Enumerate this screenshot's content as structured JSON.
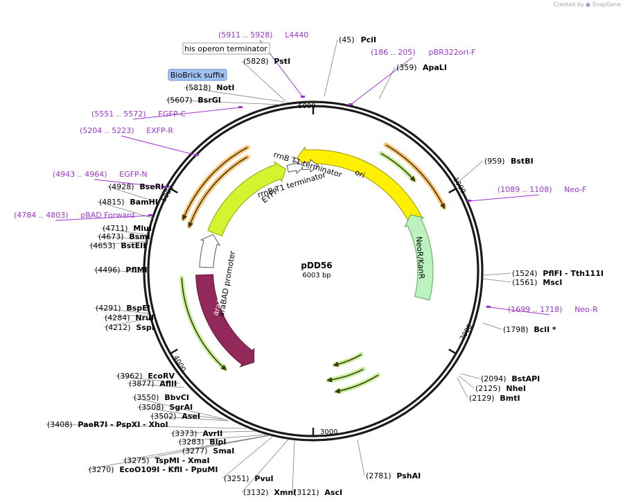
{
  "branding": {
    "created_by": "Created by",
    "app": "SnapGene"
  },
  "plasmid": {
    "name": "pDD56",
    "size": "6003 bp"
  },
  "colors": {
    "backbone": "#000000",
    "site_name": "#000000",
    "site_line": "#7c7c7c",
    "primer": "#9d33cc",
    "ori": "#ffef00",
    "neo": "#bbf2bd",
    "arac": "#93285a",
    "promoter": "#ffffff",
    "eyfp": "#d4f430",
    "orf_glow": "#fdc27a",
    "orf_green_glow": "#c6ef9e",
    "orf_line": "#3c3c00",
    "biobrick_fill": "#a3c4f3"
  },
  "ticks": [
    {
      "label": "1000",
      "icon": "tick-mark"
    },
    {
      "label": "2000",
      "icon": "tick-mark"
    },
    {
      "label": "3000",
      "icon": "tick-mark"
    },
    {
      "label": "4000",
      "icon": "tick-mark"
    },
    {
      "label": "5000",
      "icon": "tick-mark"
    },
    {
      "label": "6000",
      "icon": "tick-mark"
    }
  ],
  "features": [
    {
      "name": "ori",
      "type": "rep_origin"
    },
    {
      "name": "NeoR/KanR",
      "type": "cds"
    },
    {
      "name": "araC",
      "type": "cds"
    },
    {
      "name": "araBAD promoter",
      "type": "promoter"
    },
    {
      "name": "EYFP",
      "type": "cds"
    },
    {
      "name": "rrnB T1 terminator",
      "type": "terminator"
    },
    {
      "name": "rrnB T1 terminator",
      "type": "terminator"
    }
  ],
  "sites": [
    {
      "pos": "(45)",
      "name": "PciI"
    },
    {
      "pos": "(359)",
      "name": "ApaLI"
    },
    {
      "pos": "(959)",
      "name": "BstBI"
    },
    {
      "pos": "(1524)",
      "name": "PflFI  - Tth111I"
    },
    {
      "pos": "(1561)",
      "name": "MscI"
    },
    {
      "pos": "(1798)",
      "name": "BclI *"
    },
    {
      "pos": "(2094)",
      "name": "BstAPI"
    },
    {
      "pos": "(2125)",
      "name": "NheI"
    },
    {
      "pos": "(2129)",
      "name": "BmtI"
    },
    {
      "pos": "(2781)",
      "name": "PshAI"
    },
    {
      "pos": "(3121)",
      "name": "AscI"
    },
    {
      "pos": "(3132)",
      "name": "XmnI"
    },
    {
      "pos": "(3251)",
      "name": "PvuI"
    },
    {
      "pos": "(3270)",
      "name": "EcoO109I   - KflI   - PpuMI"
    },
    {
      "pos": "(3275)",
      "name": "TspMI   - XmaI"
    },
    {
      "pos": "(3277)",
      "name": "SmaI"
    },
    {
      "pos": "(3283)",
      "name": "BlpI"
    },
    {
      "pos": "(3373)",
      "name": "AvrII"
    },
    {
      "pos": "(3408)",
      "name": "PaeR7I   - PspXI   - XhoI"
    },
    {
      "pos": "(3502)",
      "name": "AseI"
    },
    {
      "pos": "(3508)",
      "name": "SgrAI"
    },
    {
      "pos": "(3550)",
      "name": "BbvCI"
    },
    {
      "pos": "(3877)",
      "name": "AflII"
    },
    {
      "pos": "(3962)",
      "name": "EcoRV"
    },
    {
      "pos": "(4212)",
      "name": "SspI"
    },
    {
      "pos": "(4284)",
      "name": "NruI"
    },
    {
      "pos": "(4291)",
      "name": "BspEI"
    },
    {
      "pos": "(4496)",
      "name": "PflMI"
    },
    {
      "pos": "(4653)",
      "name": "BstEII"
    },
    {
      "pos": "(4673)",
      "name": "BsmI"
    },
    {
      "pos": "(4711)",
      "name": "MluI"
    },
    {
      "pos": "(4815)",
      "name": "BamHI"
    },
    {
      "pos": "(4928)",
      "name": "BseRI"
    },
    {
      "pos": "(5607)",
      "name": "BsrGI"
    },
    {
      "pos": "(5818)",
      "name": "NotI"
    },
    {
      "pos": "(5828)",
      "name": "PstI"
    }
  ],
  "primers": [
    {
      "range": "(5911 .. 5928)",
      "name": "L4440"
    },
    {
      "range": "(186 .. 205)",
      "name": "pBR322ori-F"
    },
    {
      "range": "(1089 .. 1108)",
      "name": "Neo-F"
    },
    {
      "range": "(1699 .. 1718)",
      "name": "Neo-R"
    },
    {
      "range": "(5551 .. 5572)",
      "name": "EGFP-C"
    },
    {
      "range": "(5204 .. 5223)",
      "name": "EXFP-R"
    },
    {
      "range": "(4943 .. 4964)",
      "name": "EGFP-N"
    },
    {
      "range": "(4784 .. 4803)",
      "name": "pBAD Forward"
    }
  ],
  "boxed_labels": {
    "terminator": "his operon terminator",
    "biobrick": "BioBrick suffix"
  }
}
